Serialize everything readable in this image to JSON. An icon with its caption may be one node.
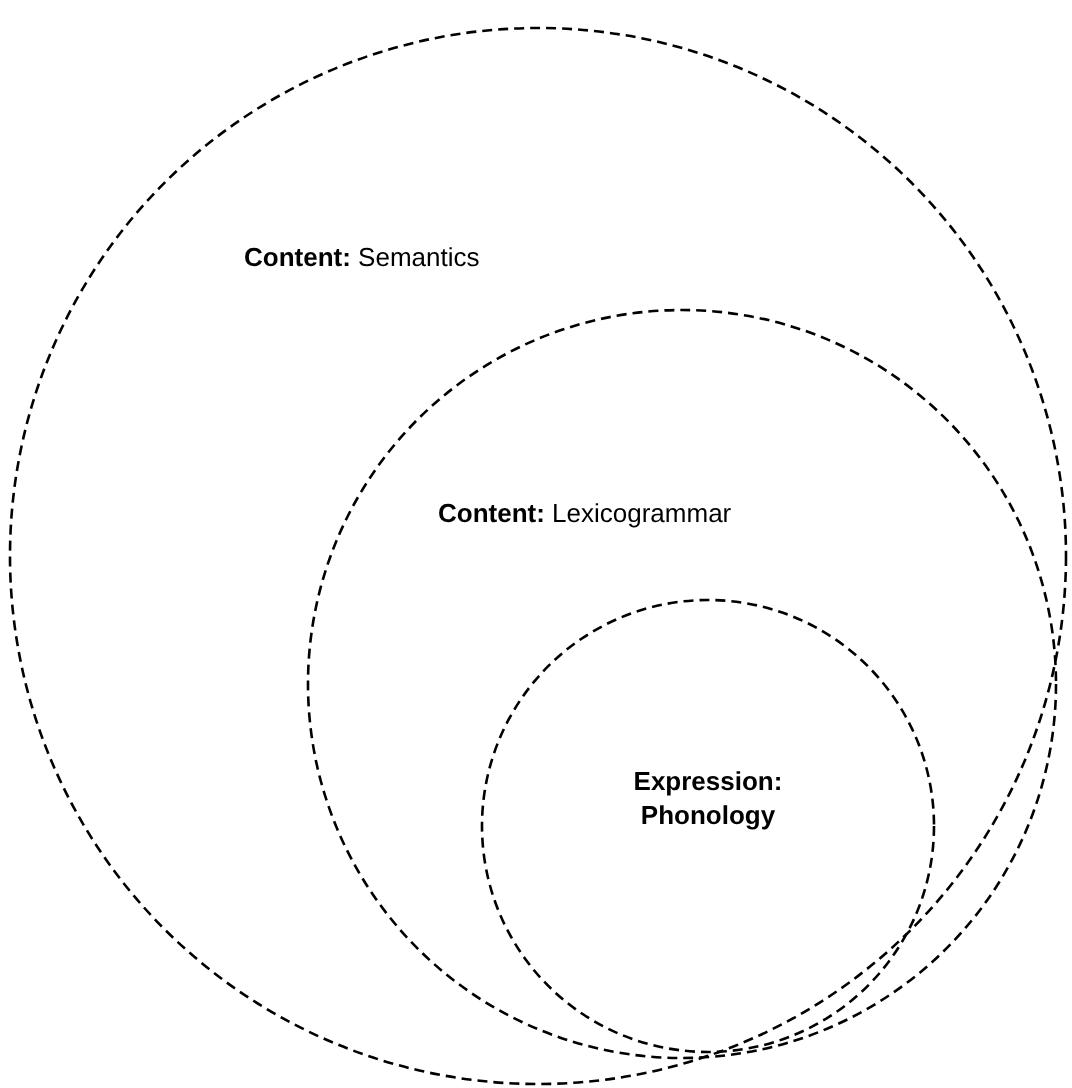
{
  "diagram": {
    "nodes": [
      {
        "text": [
          "**Content:** Semantics"
        ]
      },
      {
        "text": [
          "**Content:** Lexicogrammar"
        ],
        "in": 0
      },
      {
        "text": [
          "Expression: Phonology"
        ],
        "in": 1
      }
    ]
  }
}
